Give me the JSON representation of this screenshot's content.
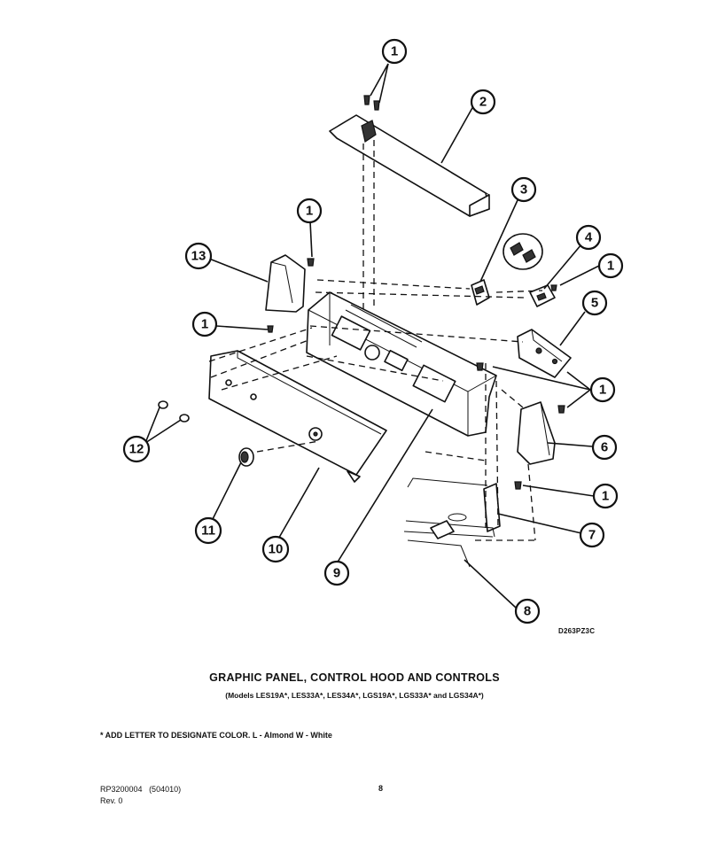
{
  "callouts": [
    {
      "num": "1"
    },
    {
      "num": "2"
    },
    {
      "num": "3"
    },
    {
      "num": "1"
    },
    {
      "num": "4"
    },
    {
      "num": "1"
    },
    {
      "num": "13"
    },
    {
      "num": "5"
    },
    {
      "num": "1"
    },
    {
      "num": "1"
    },
    {
      "num": "6"
    },
    {
      "num": "12"
    },
    {
      "num": "1"
    },
    {
      "num": "7"
    },
    {
      "num": "11"
    },
    {
      "num": "10"
    },
    {
      "num": "9"
    },
    {
      "num": "8"
    }
  ],
  "drawing_code": "D263PZ3C",
  "title": "GRAPHIC PANEL, CONTROL HOOD AND CONTROLS",
  "subtitle": "(Models LES19A*, LES33A*, LES34A*, LGS19A*, LGS33A* and LGS34A*)",
  "note": "* ADD LETTER TO DESIGNATE COLOR. L - Almond W - White",
  "footer": {
    "doc_number": "RP3200004",
    "doc_code": "(504010)",
    "revision": "Rev. 0",
    "page": "8"
  }
}
